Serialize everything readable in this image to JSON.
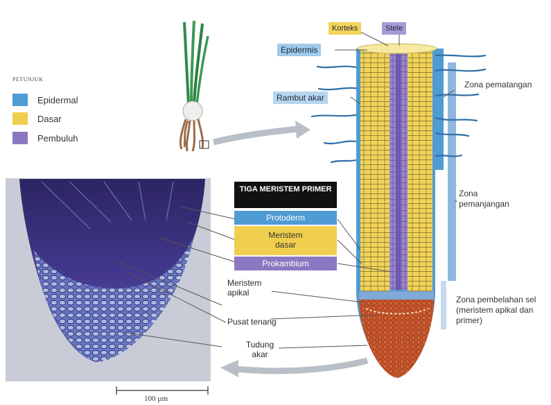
{
  "legend": {
    "title": "PETUNJUK",
    "items": [
      {
        "label": "Epidermal",
        "color": "#4f9bd3"
      },
      {
        "label": "Dasar",
        "color": "#f0cf4e"
      },
      {
        "label": "Pembuluh",
        "color": "#8c78c2"
      }
    ]
  },
  "top_labels": {
    "korteks": "Korteks",
    "stele": "Stele",
    "epidermis": "Epidermis",
    "rambut_akar": "Rambut akar"
  },
  "meristem": {
    "title": "TIGA MERISTEM PRIMER",
    "protoderm": "Protoderm",
    "meristem_dasar": "Meristem dasar",
    "prokambium": "Prokambium"
  },
  "parts": {
    "meristem_apikal": "Meristem apikal",
    "pusat_tenang": "Pusat tenang",
    "tudung_akar": "Tudung akar"
  },
  "zones": {
    "pematangan": "Zona pematangan",
    "pemanjangan": "Zona pemanjangan",
    "pembelahan": "Zona pembelahan sel (meristem apikal dan primer)"
  },
  "scale_bar": "100 µm",
  "colors": {
    "epidermal": "#4f9bd3",
    "dasar": "#f0cf4e",
    "pembuluh": "#8c78c2",
    "cap": "#c9572a",
    "stain": "#3b3a8a"
  }
}
